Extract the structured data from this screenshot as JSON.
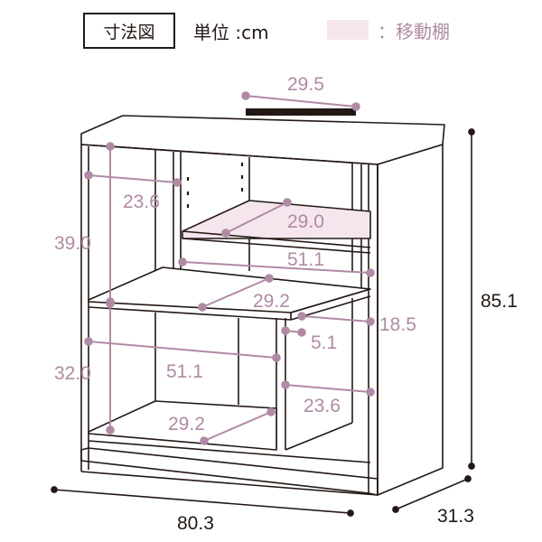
{
  "header": {
    "title": "寸法図",
    "unit": "単位 :cm",
    "legend_label": "：移動棚"
  },
  "colors": {
    "accent": "#b08aa4",
    "movable_shelf": "#f5e6ee",
    "line": "#231815"
  },
  "dimensions": {
    "top_shelf_width": "29.5",
    "upper_left_depth": "23.6",
    "movable_shelf_depth": "29.0",
    "upper_height": "39.0",
    "upper_inner_width": "51.1",
    "mid_shelf_depth": "29.2",
    "right_top_height": "18.5",
    "right_mid_height": "5.1",
    "lower_height": "32.0",
    "lower_inner_width": "51.1",
    "lower_right_depth": "23.6",
    "bottom_shelf_depth": "29.2",
    "overall_height": "85.1",
    "overall_width": "80.3",
    "overall_depth": "31.3"
  }
}
